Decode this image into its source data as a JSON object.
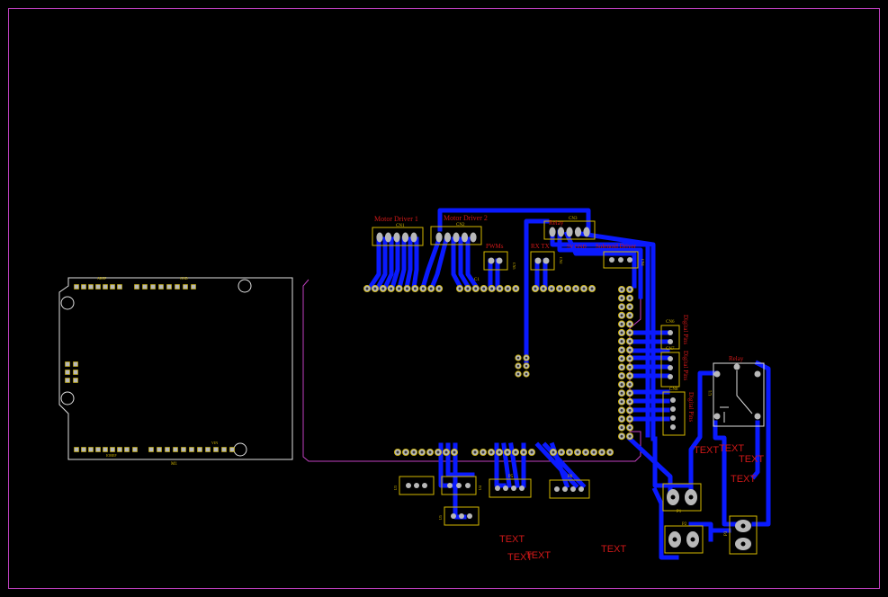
{
  "colors": {
    "background": "#000000",
    "outline": "#c040c0",
    "trace": "#0a1aff",
    "silkscreen": "#d4b800",
    "label": "#d01818",
    "pad": "#b8b8b8",
    "arduino_outline": "#e0e0e0"
  },
  "arduino": {
    "designator": "M1",
    "top_left_label": "AREF",
    "top_mid_label": "GND",
    "bottom_label_1": "IOREF",
    "bottom_label_2": "VIN"
  },
  "connectors": {
    "cn1": {
      "designator": "CN1",
      "title": "Motor Driver 1"
    },
    "cn2": {
      "designator": "CN2",
      "title": "Motor Driver 2"
    },
    "cn3": {
      "designator": "CN3",
      "title": "Relay"
    },
    "cn4": {
      "designator": "CN4",
      "title": "Solenoid Driver"
    },
    "cn5": {
      "designator": "CN5",
      "title": "PWMs"
    },
    "cn2b": {
      "designator": "CN2",
      "title": "RX TX"
    },
    "cn6": {
      "designator": "CN6"
    },
    "cn7": {
      "designator": "CN7"
    },
    "cn8": {
      "designator": "CN8"
    },
    "c1": {
      "designator": "C1"
    },
    "side_label_1": "Digital Pins",
    "side_label_2": "Digital Pins",
    "side_label_3": "Digital Pins",
    "relay_label": "Relay",
    "u1": "U1",
    "u2": "U2",
    "p1": "P1",
    "p2": "P2",
    "p3": "P3",
    "p5": "P5",
    "p6": "P6",
    "u3": "U3",
    "u4": "U4",
    "u5": "U5",
    "vcc_label": "5V GND"
  },
  "text_markers": [
    "TEXT",
    "TEXT",
    "TEXT",
    "TEXT",
    "TEXT",
    "TEXT",
    "TEXT",
    "TEXT"
  ]
}
